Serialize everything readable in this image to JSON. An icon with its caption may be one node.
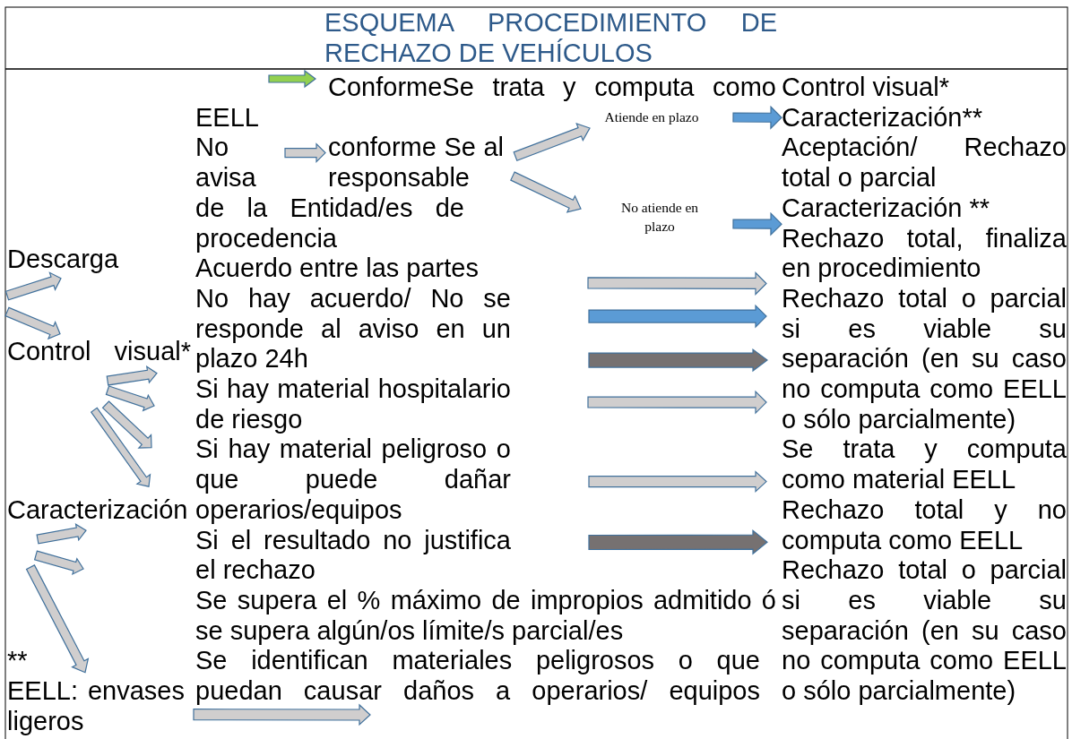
{
  "diagram": {
    "title": "ESQUEMA PROCEDIMIENTO DE RECHAZO DE VEHÍCULOS",
    "nodes": [
      {
        "text": [
          "ConformeSe trata y computa como"
        ]
      },
      {
        "text": [
          "Atiende en plazo"
        ]
      },
      {
        "text": [
          "Caracterización**"
        ]
      },
      {
        "text": [
          "No avisa"
        ]
      },
      {
        "text": [
          "conforme Se al responsable"
        ]
      },
      {
        "text": [
          "No atiende en plazo"
        ]
      },
      {
        "text": [
          "Caracterización **"
        ]
      },
      {
        "text": [
          "Rechazo total, finaliza en procedimiento"
        ]
      },
      {
        "text": [
          "Descarga"
        ]
      },
      {
        "text": [
          "Acuerdo entre las partes"
        ]
      },
      {
        "text": [
          "No hay acuerdo/ No se responde al aviso en un plazo 24h"
        ]
      },
      {
        "text": [
          "Rechazo total o parcial si es viable su separación (en su caso no computa como EELL o sólo parcialmente)"
        ]
      },
      {
        "text": [
          "Control visual*"
        ]
      },
      {
        "text": [
          "Si hay material hospitalario de riesgo"
        ]
      },
      {
        "text": [
          "Si hay material peligroso o que puede dañar operarios/equipos"
        ]
      },
      {
        "text": [
          "Se trata y computa como material EELL"
        ]
      },
      {
        "text": [
          "Caracterización"
        ]
      },
      {
        "text": [
          "Rechazo total y no computa como EELL"
        ]
      },
      {
        "text": [
          "Si el resultado no justifica el rechazo"
        ]
      },
      {
        "text": [
          "**"
        ]
      },
      {
        "text": [
          "Se identifican materiales peligrosos o que puedan causar daños a operarios/ equipos"
        ]
      }
    ],
    "edges": [
      {
        "from": null,
        "to": 0,
        "arrow": "to",
        "color": "#92d050"
      },
      {
        "from": 3,
        "to": 4,
        "arrow": "to"
      },
      {
        "from": 4,
        "to": 1,
        "arrow": "to"
      },
      {
        "from": 4,
        "to": 5,
        "arrow": "to"
      },
      {
        "from": 1,
        "to": 2,
        "arrow": "to",
        "color": "#5b9bd5"
      },
      {
        "from": 5,
        "to": 6,
        "arrow": "to",
        "color": "#5b9bd5"
      },
      {
        "from": 9,
        "to": 7,
        "arrow": "to"
      },
      {
        "from": 10,
        "to": 11,
        "arrow": "to",
        "color": "#5b9bd5"
      },
      {
        "from": 10,
        "to": 11,
        "arrow": "to",
        "color": "#767171"
      },
      {
        "from": 13,
        "to": 11,
        "arrow": "to"
      },
      {
        "from": 14,
        "to": 15,
        "arrow": "to"
      },
      {
        "from": 18,
        "to": 17,
        "arrow": "to",
        "color": "#767171"
      },
      {
        "from": 20,
        "to": null,
        "arrow": "to"
      },
      {
        "from": null,
        "to": 8,
        "arrow": "to"
      },
      {
        "from": null,
        "to": 12,
        "arrow": "to"
      },
      {
        "from": null,
        "to": 12,
        "arrow": "to"
      },
      {
        "from": 12,
        "to": null,
        "arrow": "to"
      },
      {
        "from": 12,
        "to": 14,
        "arrow": "to"
      },
      {
        "from": 12,
        "to": 16,
        "arrow": "to"
      },
      {
        "from": null,
        "to": 16,
        "arrow": "to"
      },
      {
        "from": 16,
        "to": 19,
        "arrow": "to"
      }
    ],
    "labels": [
      "Control visual*",
      "EELL",
      "Aceptación/ Rechazo total o parcial",
      "de la Entidad/es de procedencia",
      "Rechazo total o parcial si es viable su separación (en su caso no computa como EELL o sólo parcialmente)",
      "Se supera el % máximo de impropios admitido ó se supera algún/os límite/s parcial/es",
      "EELL: envases ligeros"
    ]
  }
}
